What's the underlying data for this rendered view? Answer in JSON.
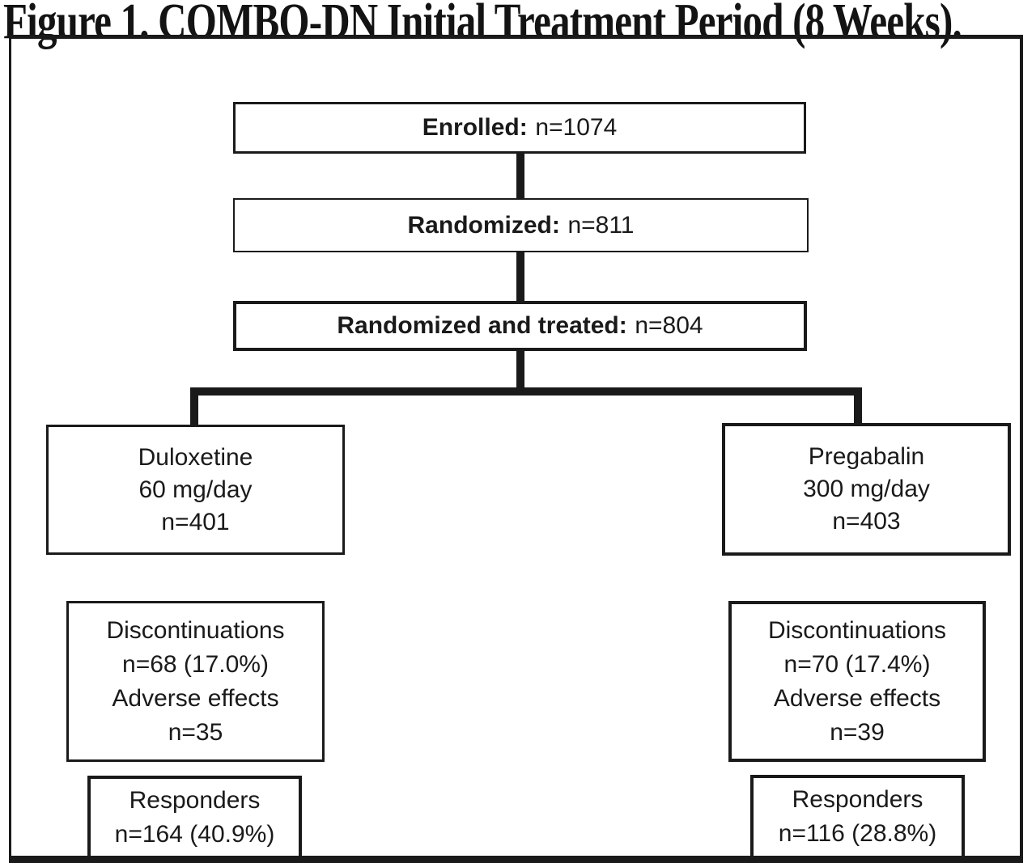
{
  "title": "Figure 1. COMBO-DN Initial Treatment Period (8 Weeks).",
  "flow": {
    "enrolled": {
      "label": "Enrolled:",
      "n": "n=1074"
    },
    "randomized": {
      "label": "Randomized:",
      "n": "n=811"
    },
    "randomized_treated": {
      "label": "Randomized and treated:",
      "n": "n=804"
    },
    "arms": [
      {
        "id": "duloxetine",
        "lines": [
          "Duloxetine",
          "60 mg/day",
          "n=401"
        ]
      },
      {
        "id": "pregabalin",
        "lines": [
          "Pregabalin",
          "300 mg/day",
          "n=403"
        ]
      }
    ],
    "discontinuations": [
      {
        "arm": "duloxetine",
        "lines": [
          "Discontinuations",
          "n=68 (17.0%)",
          "Adverse effects",
          "n=35"
        ]
      },
      {
        "arm": "pregabalin",
        "lines": [
          "Discontinuations",
          "n=70 (17.4%)",
          "Adverse effects",
          "n=39"
        ]
      }
    ],
    "responders": [
      {
        "arm": "duloxetine",
        "lines": [
          "Responders",
          "n=164 (40.9%)"
        ]
      },
      {
        "arm": "pregabalin",
        "lines": [
          "Responders",
          "n=116 (28.8%)"
        ]
      }
    ]
  },
  "colors": {
    "ink": "#1a1a1a",
    "background": "#ffffff"
  }
}
